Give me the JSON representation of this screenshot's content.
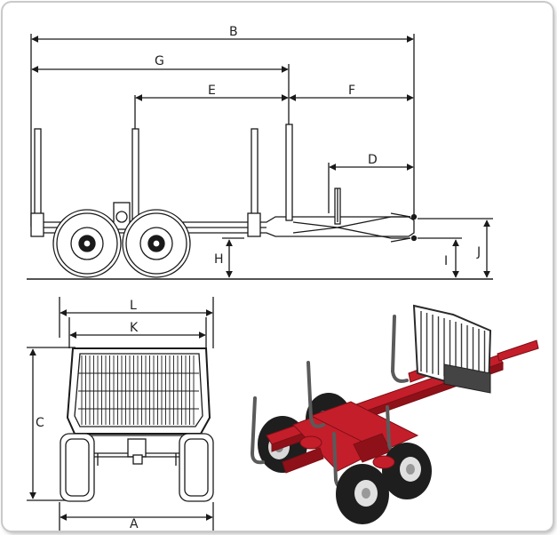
{
  "labels": {
    "B": "B",
    "G": "G",
    "E": "E",
    "F": "F",
    "D": "D",
    "H": "H",
    "I": "I",
    "J": "J",
    "L": "L",
    "K": "K",
    "C": "C",
    "A": "A"
  },
  "colors": {
    "line": "#1a1a1a",
    "frame_red": "#c41e2a",
    "frame_red_dark": "#8e1119",
    "tire": "#1e1e1e",
    "rim": "#e6e6e6",
    "stanchion": "#555555"
  }
}
